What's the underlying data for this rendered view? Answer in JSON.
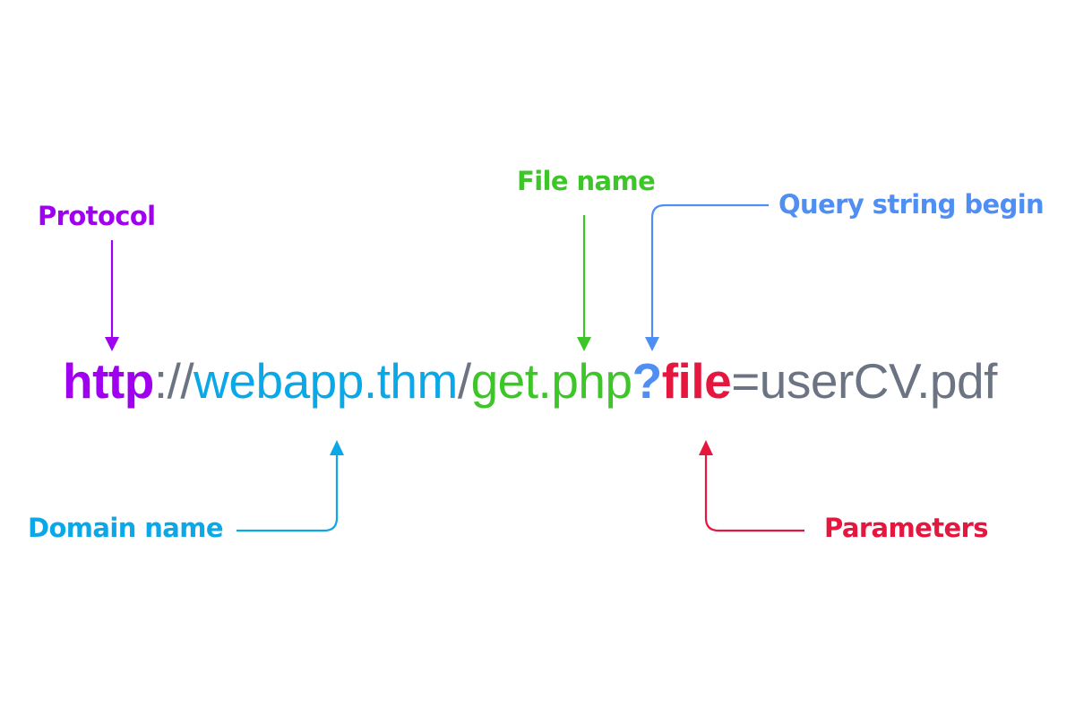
{
  "colors": {
    "protocol": "#9f00f0",
    "domain": "#0ba8e8",
    "file": "#3ec52a",
    "query": "#4f8ef2",
    "params": "#e5173f",
    "separator": "#6c7484"
  },
  "labels": {
    "protocol": "Protocol",
    "file_name": "File name",
    "query_begin": "Query string begin",
    "domain_name": "Domain name",
    "parameters": "Parameters"
  },
  "url": {
    "protocol": "http",
    "sep1": "://",
    "domain": "webapp.thm",
    "sep2": "/",
    "file": "get.php",
    "query": "?",
    "param": "file",
    "value": "=userCV.pdf"
  }
}
